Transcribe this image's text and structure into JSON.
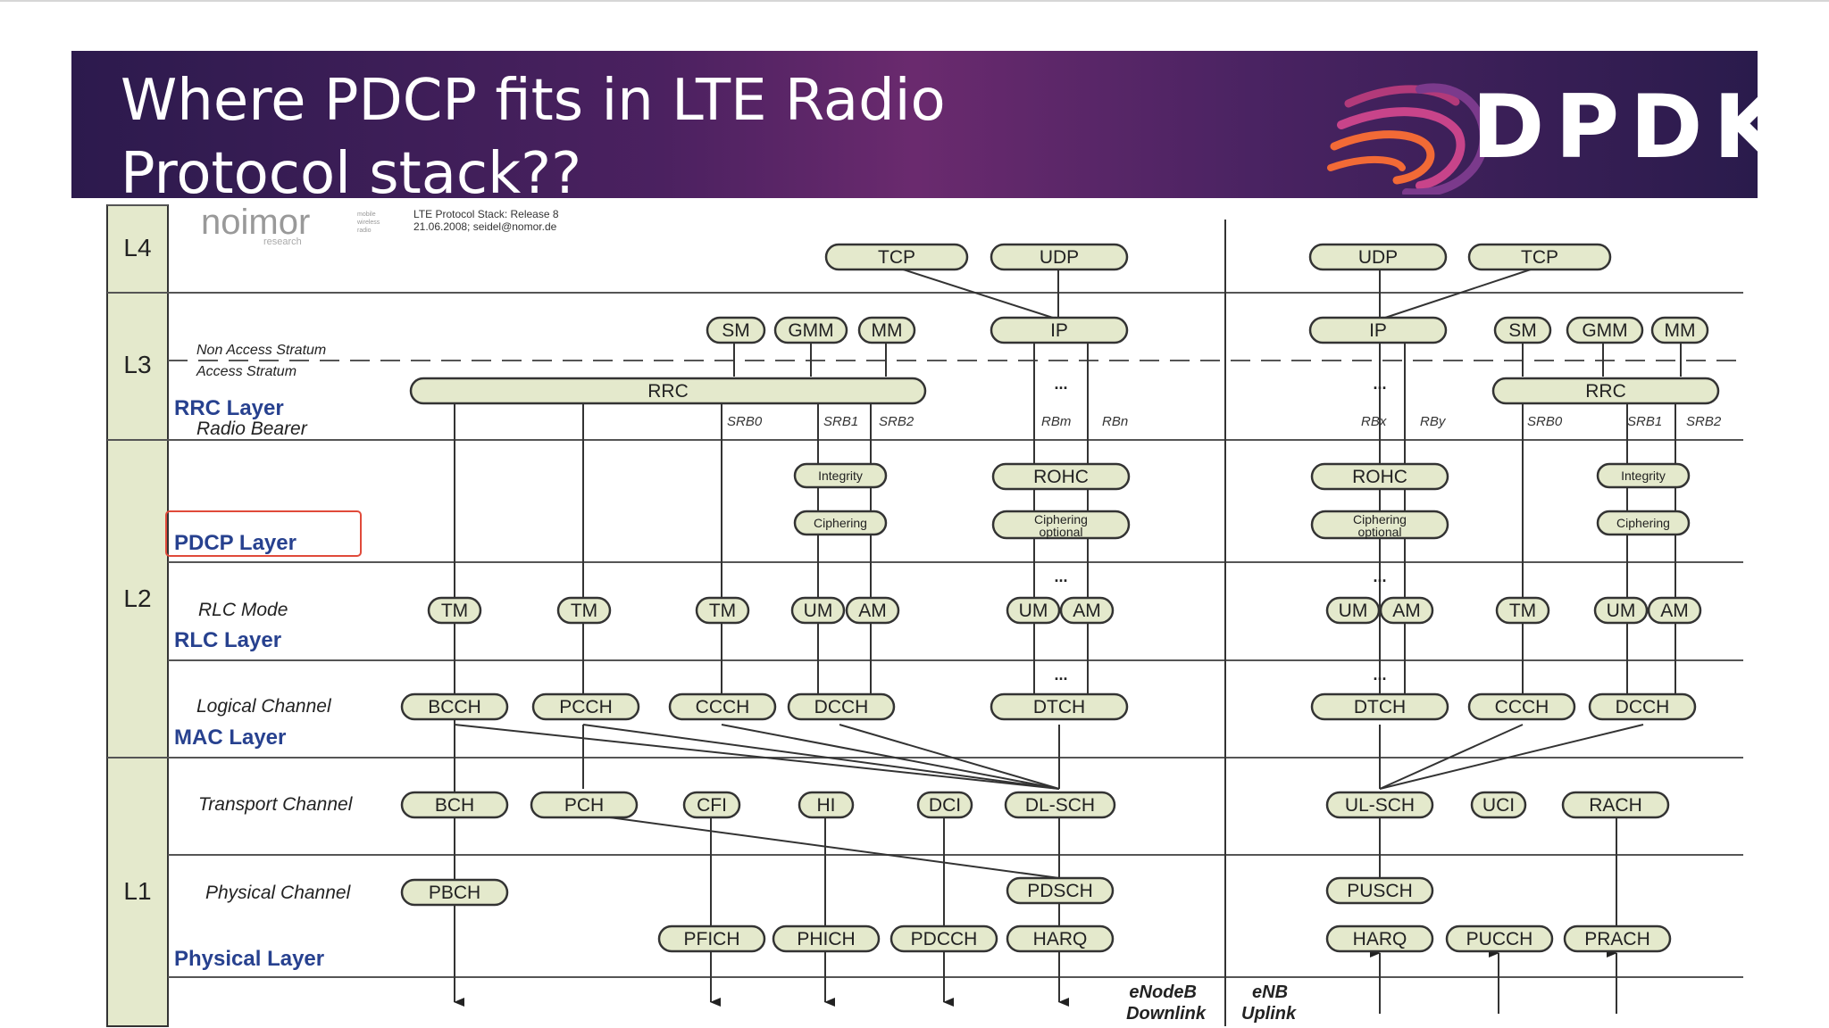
{
  "slide": {
    "title": "Where PDCP fits in LTE Radio Protocol stack??",
    "logo_text": "DPDK",
    "logo_icon": "dpdk-swirl-icon"
  },
  "colors": {
    "banner_left": "#2c1a4d",
    "banner_mid": "#6a2a6e",
    "pill_fill": "#e4e9cc",
    "pill_stroke": "#333333",
    "layer_blue": "#27418f",
    "highlight": "#e04a3a",
    "logo_orange": "#f26a36"
  },
  "diagram": {
    "brand": "noimor",
    "brand_sub": "research",
    "brand_side": [
      "mobile",
      "wireless",
      "radio"
    ],
    "stamp": [
      "LTE Protocol Stack: Release 8",
      "21.06.2008; seidel@nomor.de"
    ],
    "levels": [
      {
        "key": "l4",
        "label": "L4"
      },
      {
        "key": "l3",
        "label": "L3"
      },
      {
        "key": "l2",
        "label": "L2"
      },
      {
        "key": "l1",
        "label": "L1"
      }
    ],
    "row_labels": {
      "nas": "Non Access Stratum",
      "as": "Access Stratum",
      "rrc_layer": "RRC Layer",
      "radio_bearer": "Radio Bearer",
      "pdcp_layer": "PDCP Layer",
      "rlc_mode": "RLC Mode",
      "rlc_layer": "RLC Layer",
      "logical_channel": "Logical Channel",
      "mac_layer": "MAC Layer",
      "transport_channel": "Transport Channel",
      "physical_channel": "Physical Channel",
      "physical_layer": "Physical Layer"
    },
    "dl": {
      "tcp": "TCP",
      "udp": "UDP",
      "sm": "SM",
      "gmm": "GMM",
      "mm": "MM",
      "ip": "IP",
      "rrc": "RRC",
      "integrity": "Integrity",
      "ciphering": "Ciphering",
      "rohc": "ROHC",
      "ciph_opt": [
        "Ciphering",
        "optional"
      ],
      "tm": "TM",
      "um": "UM",
      "am": "AM",
      "bcch": "BCCH",
      "pcch": "PCCH",
      "ccch": "CCCH",
      "dcch": "DCCH",
      "dtch": "DTCH",
      "bch": "BCH",
      "pch": "PCH",
      "cfi": "CFI",
      "hi": "HI",
      "dci": "DCI",
      "dlsch": "DL-SCH",
      "pbch": "PBCH",
      "pdsch": "PDSCH",
      "pfich": "PFICH",
      "phich": "PHICH",
      "pdcch": "PDCCH",
      "harq": "HARQ",
      "srb0": "SRB0",
      "srb1": "SRB1",
      "srb2": "SRB2",
      "rbm": "RBm",
      "rbn": "RBn",
      "ellipsis": "...",
      "side": [
        "eNodeB",
        "Downlink"
      ]
    },
    "ul": {
      "udp": "UDP",
      "tcp": "TCP",
      "ip": "IP",
      "sm": "SM",
      "gmm": "GMM",
      "mm": "MM",
      "rrc": "RRC",
      "rohc": "ROHC",
      "ciph_opt": [
        "Ciphering",
        "optional"
      ],
      "integrity": "Integrity",
      "ciphering": "Ciphering",
      "um": "UM",
      "am": "AM",
      "tm": "TM",
      "dtch": "DTCH",
      "ccch": "CCCH",
      "dcch": "DCCH",
      "ulsch": "UL-SCH",
      "uci": "UCI",
      "rach": "RACH",
      "pusch": "PUSCH",
      "harq": "HARQ",
      "pucch": "PUCCH",
      "prach": "PRACH",
      "rbx": "RBx",
      "rby": "RBy",
      "srb0": "SRB0",
      "srb1": "SRB1",
      "srb2": "SRB2",
      "ellipsis": "...",
      "side": [
        "eNB",
        "Uplink"
      ]
    }
  }
}
